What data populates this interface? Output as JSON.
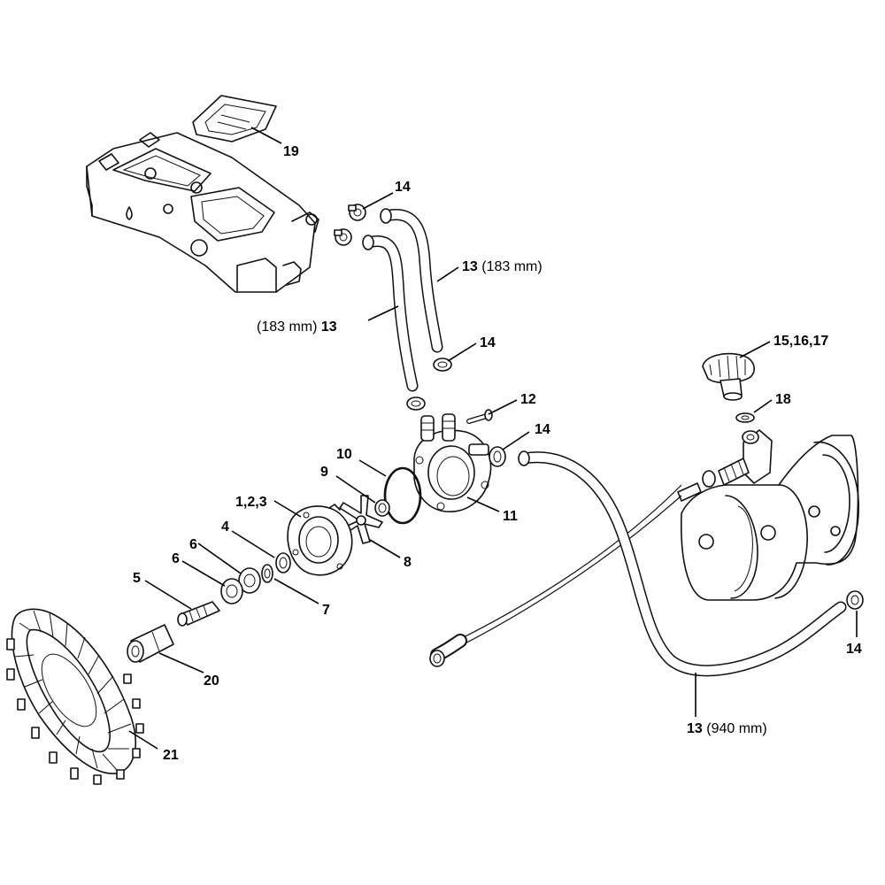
{
  "labels": {
    "l19": {
      "num": "19",
      "suffix": ""
    },
    "l14a": {
      "num": "14",
      "suffix": ""
    },
    "l13a": {
      "num": "13",
      "suffix": " (183 mm)"
    },
    "l13b": {
      "num": "13",
      "prefix": "(183 mm) "
    },
    "l14b": {
      "num": "14",
      "suffix": ""
    },
    "l15": {
      "num": "15,16,17",
      "suffix": ""
    },
    "l12": {
      "num": "12",
      "suffix": ""
    },
    "l14c": {
      "num": "14",
      "suffix": ""
    },
    "l18": {
      "num": "18",
      "suffix": ""
    },
    "l10": {
      "num": "10",
      "suffix": ""
    },
    "l9": {
      "num": "9",
      "suffix": ""
    },
    "l123": {
      "num": "1,2,3",
      "suffix": ""
    },
    "l11": {
      "num": "11",
      "suffix": ""
    },
    "l4": {
      "num": "4",
      "suffix": ""
    },
    "l6a": {
      "num": "6",
      "suffix": ""
    },
    "l6b": {
      "num": "6",
      "suffix": ""
    },
    "l8": {
      "num": "8",
      "suffix": ""
    },
    "l5": {
      "num": "5",
      "suffix": ""
    },
    "l7": {
      "num": "7",
      "suffix": ""
    },
    "l14d": {
      "num": "14",
      "suffix": ""
    },
    "l20": {
      "num": "20",
      "suffix": ""
    },
    "l13c": {
      "num": "13",
      "suffix": " (940 mm)"
    },
    "l21": {
      "num": "21",
      "suffix": ""
    }
  }
}
